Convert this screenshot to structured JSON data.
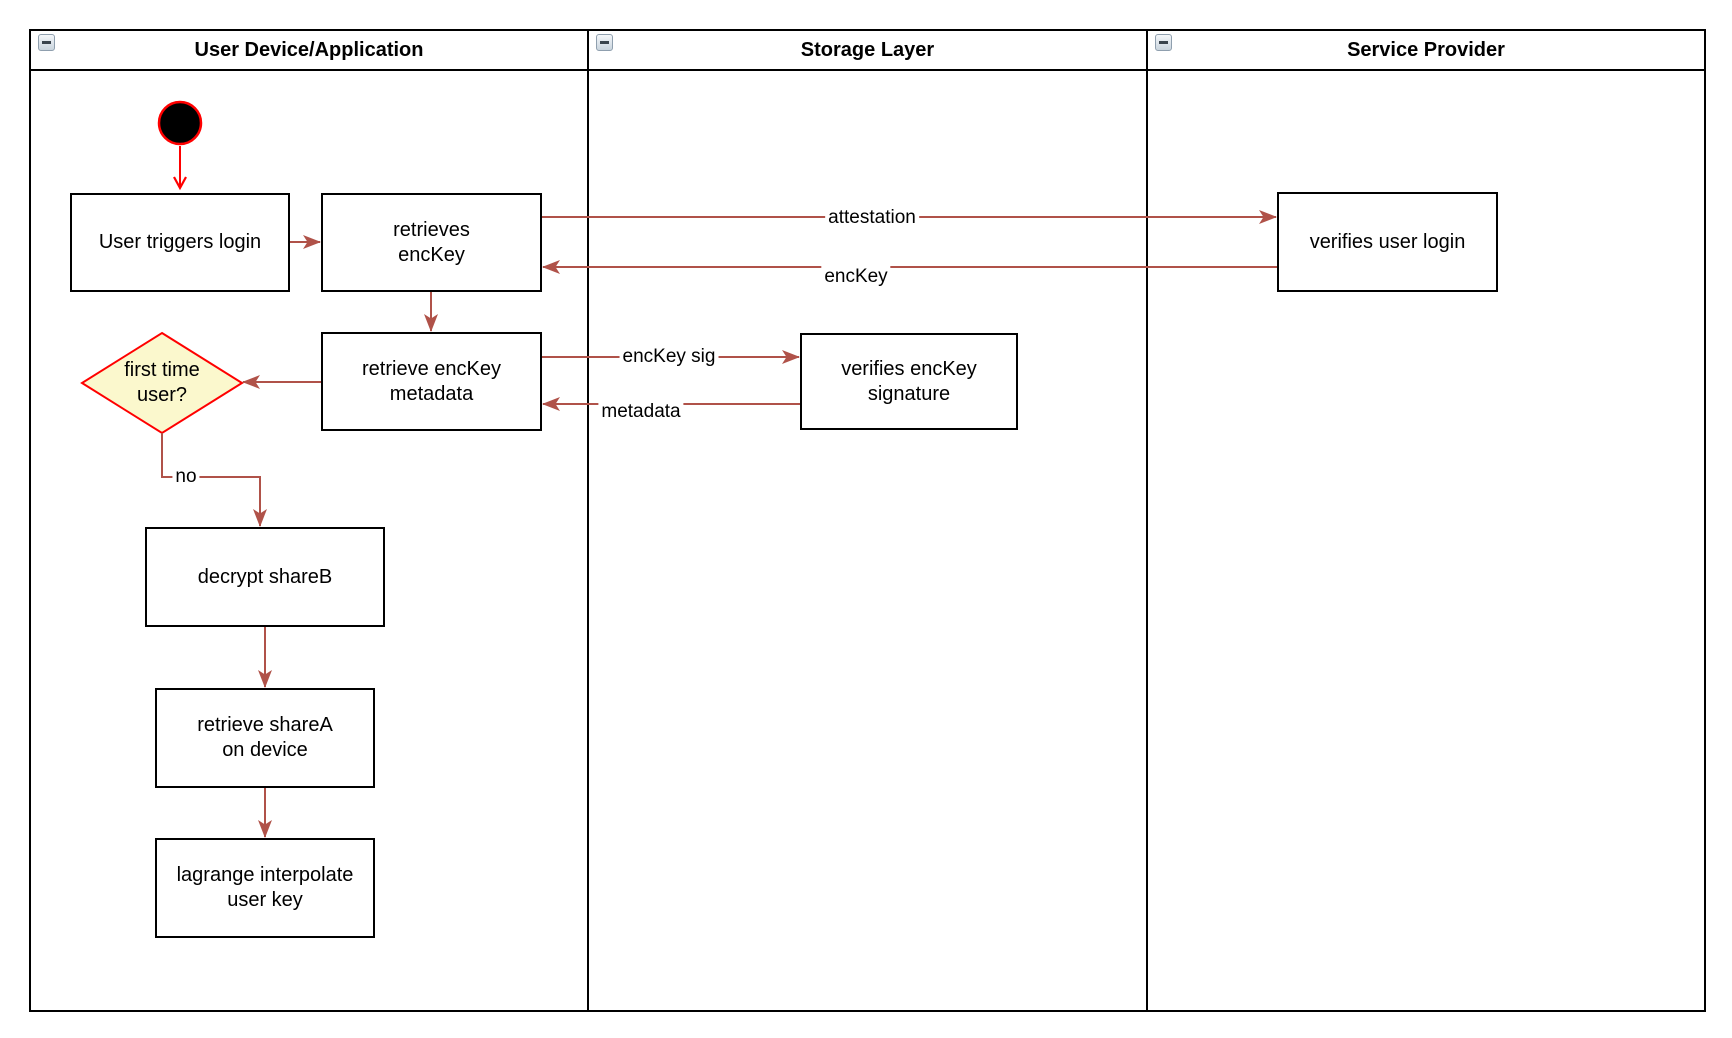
{
  "diagram": {
    "type": "uml-activity-swimlane",
    "lanes": [
      {
        "title": "User Device/Application",
        "collapse_icon": "minus-box"
      },
      {
        "title": "Storage Layer",
        "collapse_icon": "minus-box"
      },
      {
        "title": "Service Provider",
        "collapse_icon": "minus-box"
      }
    ],
    "nodes": {
      "start": {
        "shape": "initial-state-circle"
      },
      "user_triggers_login": {
        "lines": [
          "User triggers login"
        ]
      },
      "retrieves_enckey": {
        "lines": [
          "retrieves",
          "encKey"
        ]
      },
      "verifies_user_login": {
        "lines": [
          "verifies user login"
        ]
      },
      "retrieve_enckey_metadata": {
        "lines": [
          "retrieve encKey",
          "metadata"
        ]
      },
      "verifies_enckey_signature": {
        "lines": [
          "verifies encKey",
          "signature"
        ]
      },
      "first_time_user": {
        "shape": "decision-diamond",
        "lines": [
          "first time",
          "user?"
        ]
      },
      "decrypt_shareb": {
        "lines": [
          "decrypt shareB"
        ]
      },
      "retrieve_sharea": {
        "lines": [
          "retrieve shareA",
          "on device"
        ]
      },
      "lagrange_interpolate": {
        "lines": [
          "lagrange interpolate",
          "user key"
        ]
      }
    },
    "edge_labels": {
      "attestation": "attestation",
      "enckey": "encKey",
      "enckey_sig": "encKey sig",
      "metadata": "metadata",
      "no": "no"
    },
    "colors": {
      "edge_dark_red": "#B05249",
      "start_accent_red": "#FF0000",
      "decision_fill": "#FBF8CD",
      "decision_border": "#FF0000",
      "node_border": "#000000",
      "node_fill": "#FFFFFF",
      "start_fill": "#000000"
    }
  }
}
